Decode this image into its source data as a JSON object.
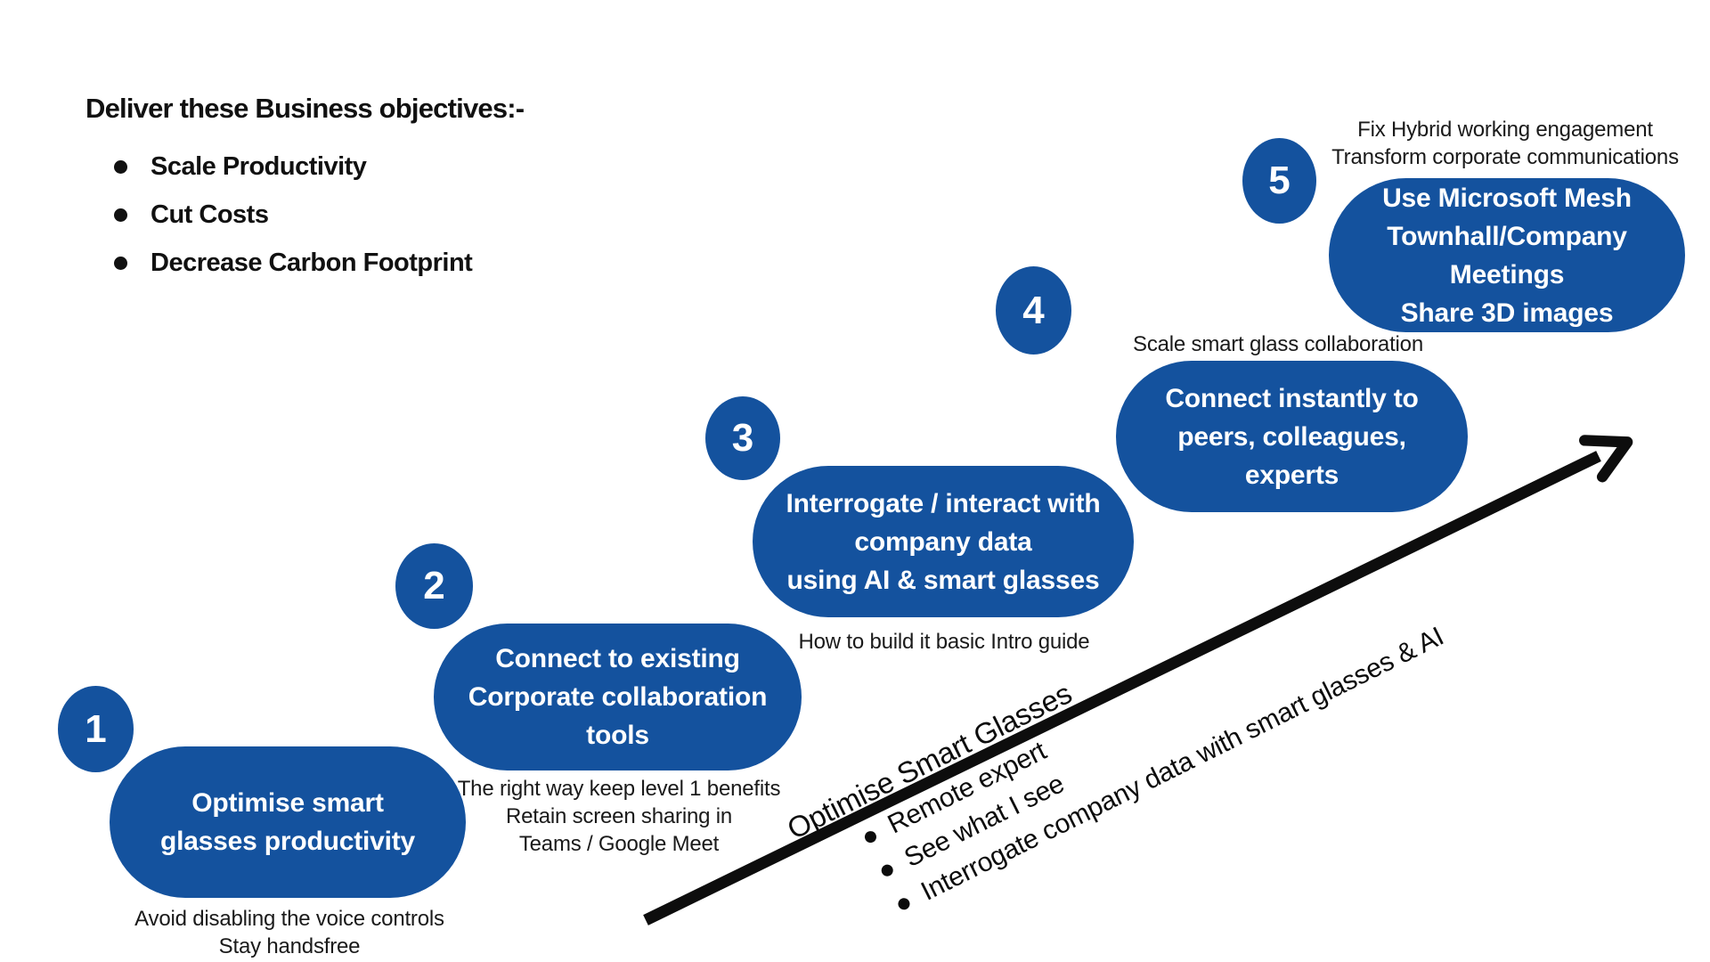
{
  "objectives": {
    "title": "Deliver these Business objectives:-",
    "items": [
      "Scale Productivity",
      "Cut Costs",
      "Decrease Carbon Footprint"
    ]
  },
  "steps": [
    {
      "number": "1",
      "label": "Optimise smart\nglasses productivity",
      "note": "Avoid disabling the voice controls\nStay handsfree",
      "note_position": "below"
    },
    {
      "number": "2",
      "label": "Connect to existing\nCorporate collaboration\ntools",
      "note": "The right way keep level 1 benefits\nRetain screen sharing in\nTeams / Google Meet",
      "note_position": "below"
    },
    {
      "number": "3",
      "label": "Interrogate / interact with\ncompany data\nusing AI & smart glasses",
      "note": "How to build it basic Intro guide",
      "note_position": "below"
    },
    {
      "number": "4",
      "label": "Connect instantly to\npeers, colleagues,\nexperts",
      "note": "Scale smart glass collaboration",
      "note_position": "above"
    },
    {
      "number": "5",
      "label": "Use Microsoft Mesh\nTownhall/Company Meetings\nShare 3D images",
      "note": "Fix Hybrid working engagement\nTransform corporate communications",
      "note_position": "above"
    }
  ],
  "arrow_annotation": {
    "heading": "Optimise Smart Glasses",
    "bullets": [
      "Remote expert",
      "See what I see",
      "Interrogate company data with smart glasses & AI"
    ]
  },
  "colors": {
    "primary_blue": "#14529E",
    "arrow_black": "#0D0D0D",
    "text_dark": "#1A1A1A",
    "background": "#FFFFFF"
  }
}
